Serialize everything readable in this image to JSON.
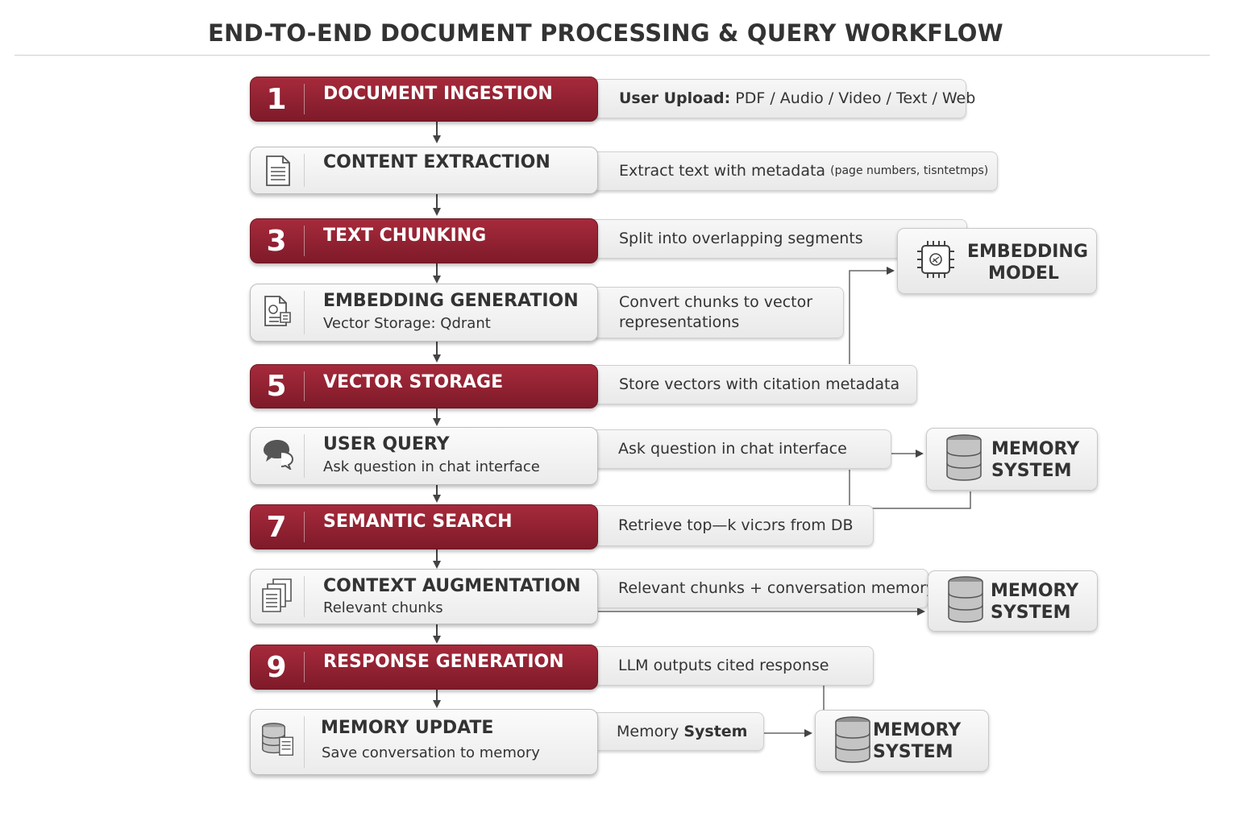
{
  "title": "END-TO-END DOCUMENT PROCESSING & QUERY WORKFLOW",
  "steps": [
    {
      "num": "1",
      "title": "DOCUMENT INGESTION",
      "subtitle": "",
      "desc_strong": "User Upload:",
      "desc": "PDF / Audio / Video / Text / Web"
    },
    {
      "num": "",
      "title": "CONTENT EXTRACTION",
      "subtitle": "",
      "icon": "document-icon",
      "desc": "Extract text with metadata",
      "desc_small": "(page numbers, tisntetmps)"
    },
    {
      "num": "3",
      "title": "TEXT CHUNKING",
      "subtitle": "",
      "desc": "Split into overlapping segments"
    },
    {
      "num": "",
      "title": "EMBEDDING GENERATION",
      "subtitle": "Vector Storage: Qdrant",
      "icon": "embedding-document-icon",
      "desc_line1": "Convert chunks to vector",
      "desc_line2": "representations"
    },
    {
      "num": "5",
      "title": "VECTOR STORAGE",
      "subtitle": "",
      "desc": "Store vectors with citation metadata"
    },
    {
      "num": "",
      "title": "USER QUERY",
      "subtitle": "Ask question in chat interface",
      "icon": "chat-bubble-icon",
      "desc": "Ask question in chat interface"
    },
    {
      "num": "7",
      "title": "SEMANTIC SEARCH",
      "subtitle": "",
      "desc": "Retrieve top—k vicɔrs from DB"
    },
    {
      "num": "",
      "title": "CONTEXT AUGMENTATION",
      "subtitle": "Relevant chunks",
      "icon": "stacked-documents-icon",
      "desc": "Relevant chunks + conversation memory"
    },
    {
      "num": "9",
      "title": "RESPONSE GENERATION",
      "subtitle": "",
      "desc": "LLM outputs cited response"
    },
    {
      "num": "",
      "title": "MEMORY UPDATE",
      "subtitle": "Save conversation to memory",
      "icon": "database-document-icon",
      "desc_plain": "Memory",
      "desc_strong": "System"
    }
  ],
  "components": {
    "embedding_model": {
      "line1": "EMBEDDING",
      "line2": "MODEL",
      "icon": "chip-icon"
    },
    "memory_1": {
      "line1": "MEMORY",
      "line2": "SYSTEM",
      "icon": "database-icon"
    },
    "memory_2": {
      "line1": "MEMORY",
      "line2": "SYSTEM",
      "icon": "database-icon"
    },
    "memory_3": {
      "line1": "MEMORY",
      "line2": "SYSTEM",
      "icon": "database-icon"
    }
  },
  "colors": {
    "accent": "#8e1f30",
    "step_gray": "#f0f0f0",
    "text": "#333333",
    "connector": "#444444"
  }
}
